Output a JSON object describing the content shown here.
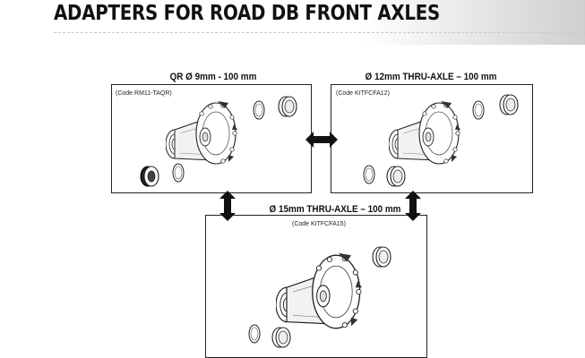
{
  "title": "ADAPTERS FOR ROAD DB FRONT AXLES",
  "panels": {
    "qr": {
      "caption": "QR Ø 9mm - 100 mm",
      "code": "(Code RM11-TAQR)"
    },
    "axle12": {
      "caption": "Ø 12mm THRU-AXLE – 100 mm",
      "code": "(Code KITFCFA12)"
    },
    "axle15": {
      "caption": "Ø 15mm THRU-AXLE – 100 mm",
      "code": "(Code KITFCFA15)"
    }
  },
  "icons": [
    "double-arrow-horizontal",
    "double-arrow-vertical",
    "hub-drawing",
    "adapter-ring"
  ]
}
